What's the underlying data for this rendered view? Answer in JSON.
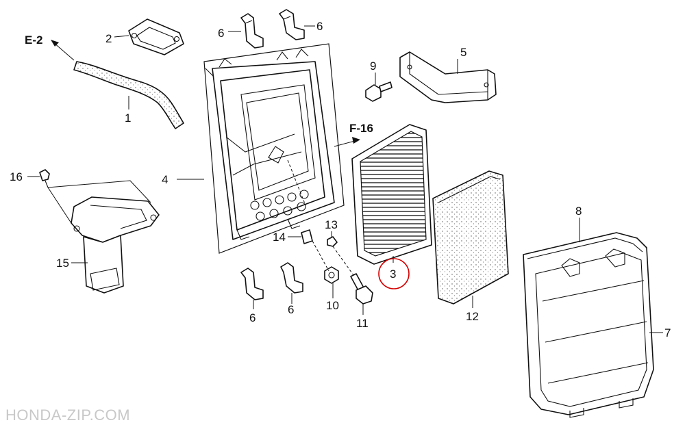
{
  "callouts": {
    "p1": "1",
    "p2": "2",
    "p3": "3",
    "p4": "4",
    "p5": "5",
    "p6a": "6",
    "p6b": "6",
    "p6c": "6",
    "p6d": "6",
    "p7": "7",
    "p8": "8",
    "p9": "9",
    "p10": "10",
    "p11": "11",
    "p12": "12",
    "p13": "13",
    "p14": "14",
    "p15": "15",
    "p16": "16"
  },
  "refs": {
    "e2": "E-2",
    "f16": "F-16"
  },
  "watermark": "HONDA-ZIP.COM",
  "highlight_color": "#d40000",
  "highlighted_part": "3"
}
